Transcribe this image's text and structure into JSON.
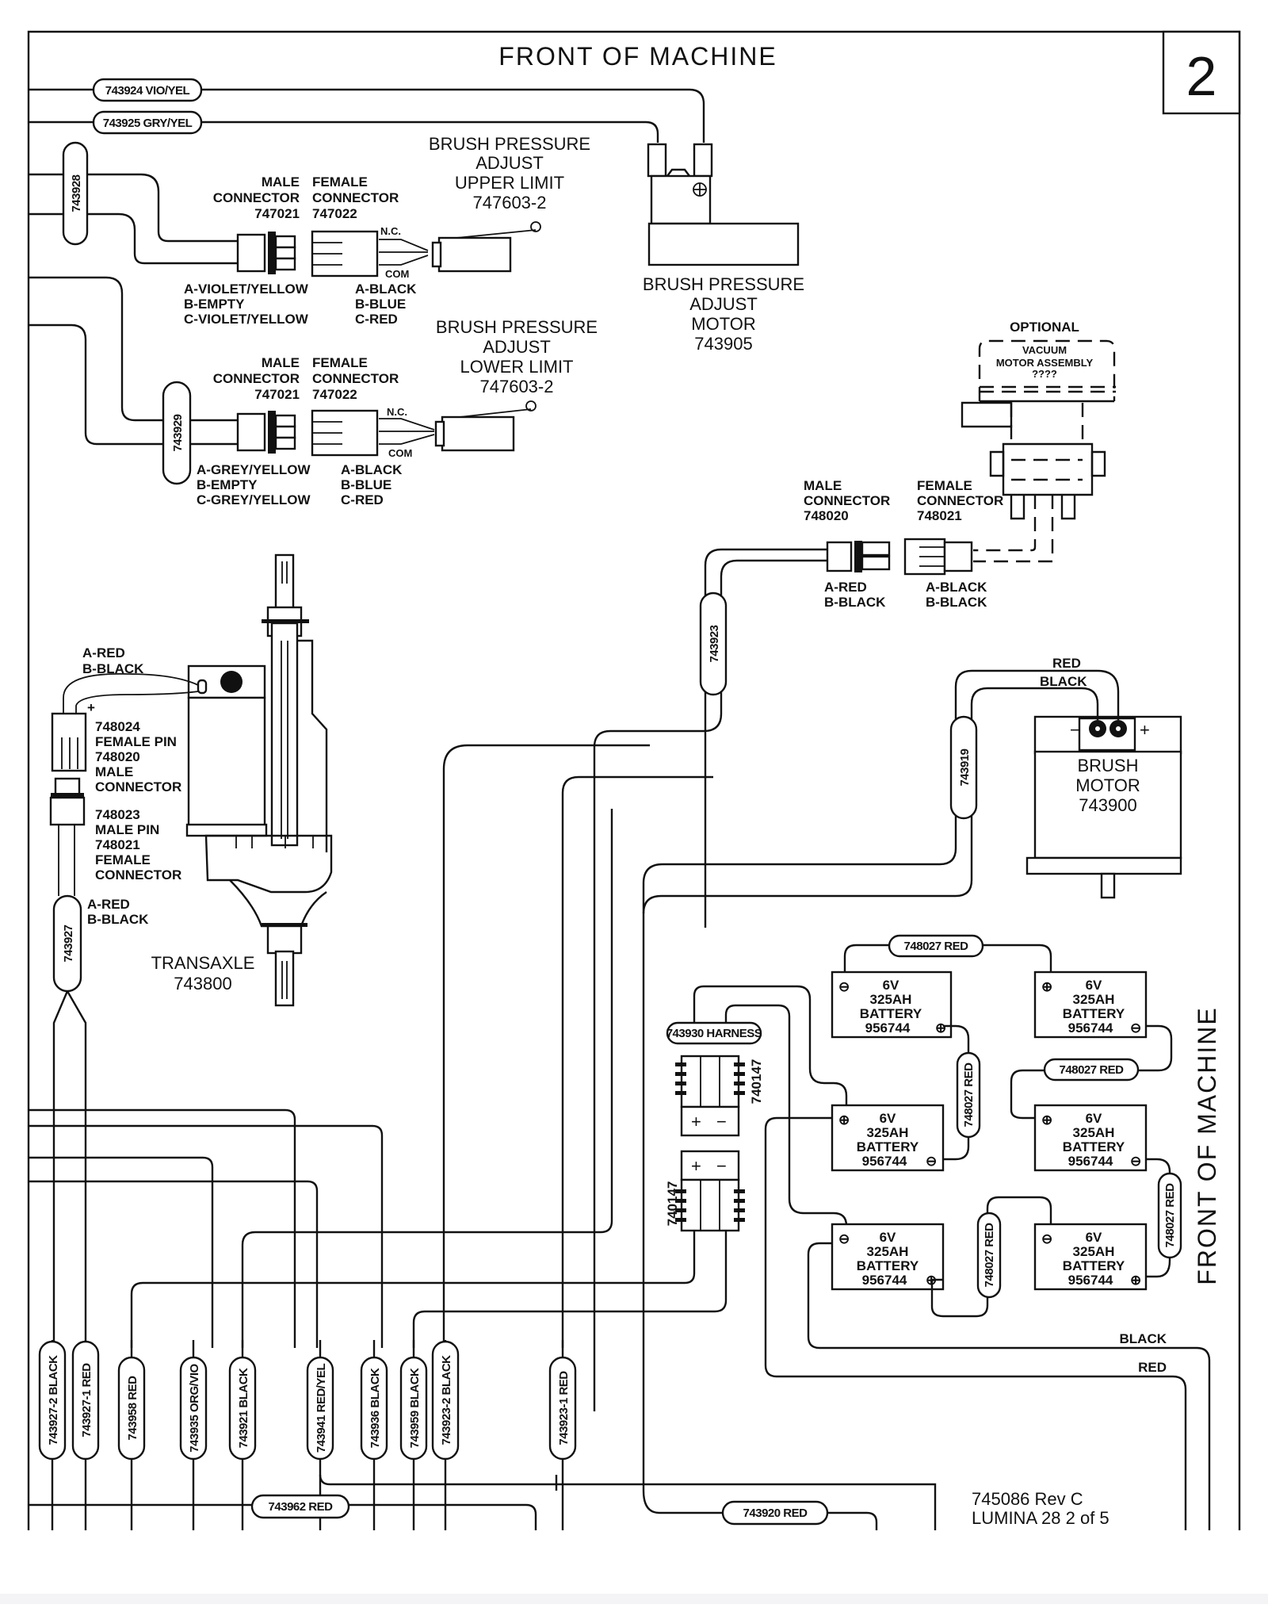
{
  "sheet": {
    "title": "FRONT OF MACHINE",
    "side_title": "FRONT OF MACHINE",
    "page_number": "2",
    "footer_doc": "745086 Rev C",
    "footer_model": "LUMINA 28 2 of 5"
  },
  "top_wires": [
    {
      "label": "743924 VIO/YEL"
    },
    {
      "label": "743925 GRY/YEL"
    }
  ],
  "upper_limit": {
    "harness": "743928",
    "male_title": [
      "MALE",
      "CONNECTOR",
      "747021"
    ],
    "female_title": [
      "FEMALE",
      "CONNECTOR",
      "747022"
    ],
    "switch_title": [
      "BRUSH PRESSURE",
      "ADJUST",
      "UPPER LIMIT",
      "747603-2"
    ],
    "nc": "N.C.",
    "com": "COM",
    "male_pins": [
      "A-VIOLET/YELLOW",
      "B-EMPTY",
      "C-VIOLET/YELLOW"
    ],
    "female_pins": [
      "A-BLACK",
      "B-BLUE",
      "C-RED"
    ]
  },
  "lower_limit": {
    "harness": "743929",
    "male_title": [
      "MALE",
      "CONNECTOR",
      "747021"
    ],
    "female_title": [
      "FEMALE",
      "CONNECTOR",
      "747022"
    ],
    "switch_title": [
      "BRUSH PRESSURE",
      "ADJUST",
      "LOWER LIMIT",
      "747603-2"
    ],
    "nc": "N.C.",
    "com": "COM",
    "male_pins": [
      "A-GREY/YELLOW",
      "B-EMPTY",
      "C-GREY/YELLOW"
    ],
    "female_pins": [
      "A-BLACK",
      "B-BLUE",
      "C-RED"
    ]
  },
  "brush_pressure_motor": {
    "title": [
      "BRUSH PRESSURE",
      "ADJUST",
      "MOTOR",
      "743905"
    ]
  },
  "vacuum": {
    "optional": "OPTIONAL",
    "title": [
      "VACUUM",
      "MOTOR ASSEMBLY",
      "????"
    ],
    "male_title": [
      "MALE",
      "CONNECTOR",
      "748020"
    ],
    "female_title": [
      "FEMALE",
      "CONNECTOR",
      "748021"
    ],
    "male_pins": [
      "A-RED",
      "B-BLACK"
    ],
    "female_pins": [
      "A-BLACK",
      "B-BLACK"
    ],
    "harness": "743923"
  },
  "transaxle": {
    "title": [
      "TRANSAXLE",
      "743800"
    ],
    "motor_pins": [
      "A-RED",
      "B-BLACK"
    ],
    "plus": "+",
    "female_conn": [
      "748024",
      "FEMALE PIN",
      "748020",
      "MALE",
      "CONNECTOR"
    ],
    "male_conn": [
      "748023",
      "MALE PIN",
      "748021",
      "FEMALE",
      "CONNECTOR"
    ],
    "harness_pins": [
      "A-RED",
      "B-BLACK"
    ],
    "harness": "743927"
  },
  "brush_motor": {
    "title": [
      "BRUSH",
      "MOTOR",
      "743900"
    ],
    "red": "RED",
    "black": "BLACK",
    "minus": "−",
    "plus": "+",
    "harness": "743919"
  },
  "batteries": {
    "harness": "743930 HARNESS",
    "connector_id": "740147",
    "jumpers": [
      "748027 RED",
      "748027 RED",
      "748027 RED",
      "748027 RED",
      "748027 RED"
    ],
    "cells": [
      {
        "volt": "6V",
        "cap": "325AH",
        "name": "BATTERY",
        "part": "956744",
        "tl": "⊖",
        "br": "⊕"
      },
      {
        "volt": "6V",
        "cap": "325AH",
        "name": "BATTERY",
        "part": "956744",
        "tl": "⊕",
        "br": "⊖"
      },
      {
        "volt": "6V",
        "cap": "325AH",
        "name": "BATTERY",
        "part": "956744",
        "tl": "⊕",
        "br": "⊖"
      },
      {
        "volt": "6V",
        "cap": "325AH",
        "name": "BATTERY",
        "part": "956744",
        "tl": "⊕",
        "br": "⊖"
      },
      {
        "volt": "6V",
        "cap": "325AH",
        "name": "BATTERY",
        "part": "956744",
        "tl": "⊖",
        "br": "⊕"
      },
      {
        "volt": "6V",
        "cap": "325AH",
        "name": "BATTERY",
        "part": "956744",
        "tl": "⊖",
        "br": "⊕"
      }
    ],
    "main_black": "BLACK",
    "main_red": "RED",
    "plus_sym": "+",
    "minus_sym": "−"
  },
  "bottom_labels": [
    "743927-2 BLACK",
    "743927-1 RED",
    "743958 RED",
    "743935 ORG/VIO",
    "743921 BLACK",
    "743941 RED/YEL",
    "743936 BLACK",
    "743959 BLACK",
    "743923-2 BLACK",
    "743923-1 RED"
  ],
  "horizontal_labels": {
    "w743962": "743962 RED",
    "w743920": "743920 RED"
  }
}
